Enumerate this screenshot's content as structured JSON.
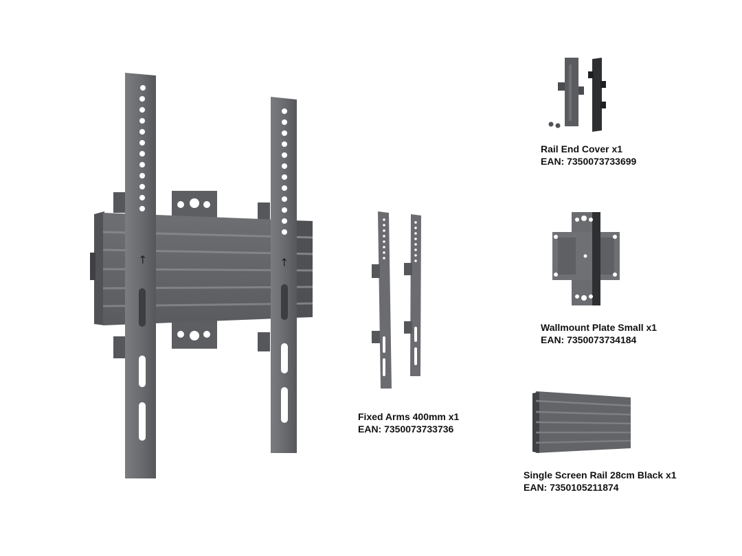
{
  "colors": {
    "metal": "#6b6d70",
    "metal_dark": "#4a4c4f",
    "metal_light": "#8a8c8f",
    "black_part": "#2e2f31",
    "hole": "#ffffff",
    "text": "#111111"
  },
  "components": [
    {
      "id": "rail-end-cover",
      "name": "Rail End Cover x1",
      "ean": "EAN: 7350073733699"
    },
    {
      "id": "wallmount-plate-small",
      "name": "Wallmount Plate Small x1",
      "ean": "EAN: 7350073734184"
    },
    {
      "id": "fixed-arms",
      "name": "Fixed Arms 400mm x1",
      "ean": "EAN: 7350073733736"
    },
    {
      "id": "single-screen-rail",
      "name": "Single Screen Rail 28cm Black x1",
      "ean": "EAN: 7350105211874"
    }
  ]
}
